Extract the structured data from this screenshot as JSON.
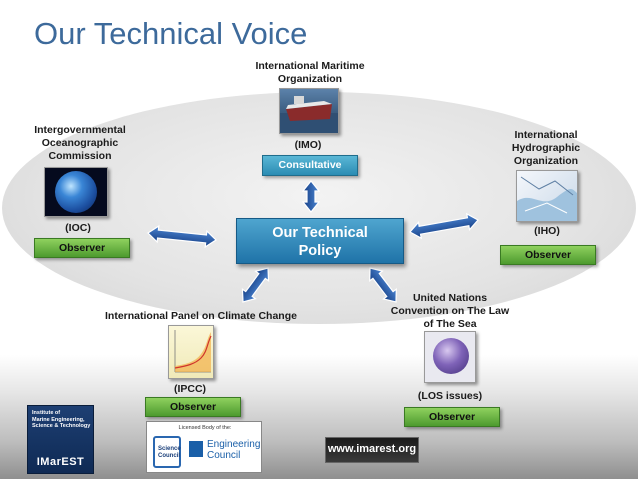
{
  "title": "Our Technical Voice",
  "center": {
    "label_line1": "Our Technical",
    "label_line2": "Policy"
  },
  "imo": {
    "name_line1": "International Maritime",
    "name_line2": "Organization",
    "abbr": "(IMO)",
    "status": "Consultative",
    "icon": "ship-photo"
  },
  "ioc": {
    "name_line1": "Intergovernmental",
    "name_line2": "Oceanographic",
    "name_line3": "Commission",
    "abbr": "(IOC)",
    "status": "Observer",
    "icon": "globe-photo"
  },
  "iho": {
    "name_line1": "International",
    "name_line2": "Hydrographic",
    "name_line3": "Organization",
    "abbr": "(IHO)",
    "status": "Observer",
    "icon": "nautical-chart-photo"
  },
  "ipcc": {
    "name": "International Panel on Climate Change",
    "abbr": "(IPCC)",
    "status": "Observer",
    "icon": "climate-chart-photo"
  },
  "los": {
    "name_line1": "United Nations",
    "name_line2": "Convention on The Law",
    "name_line3": "of The Sea",
    "abbr": "(LOS issues)",
    "status": "Observer",
    "icon": "sphere-photo"
  },
  "footer": {
    "imarest_line1": "Institute of",
    "imarest_line2": "Marine Engineering,",
    "imarest_line3": "Science & Technology",
    "imarest_word": "IMarEST",
    "council_caption": "Licensed Body of the:",
    "science_council_line1": "Science",
    "science_council_line2": "Council",
    "engineering_council_line1": "Engineering",
    "engineering_council_line2": "Council",
    "url": "www.imarest.org"
  },
  "colors": {
    "title": "#3d6a9b",
    "arrow": "#1f4f9a",
    "observer_green": "#5aa838",
    "policy_blue": "#2680b5"
  }
}
